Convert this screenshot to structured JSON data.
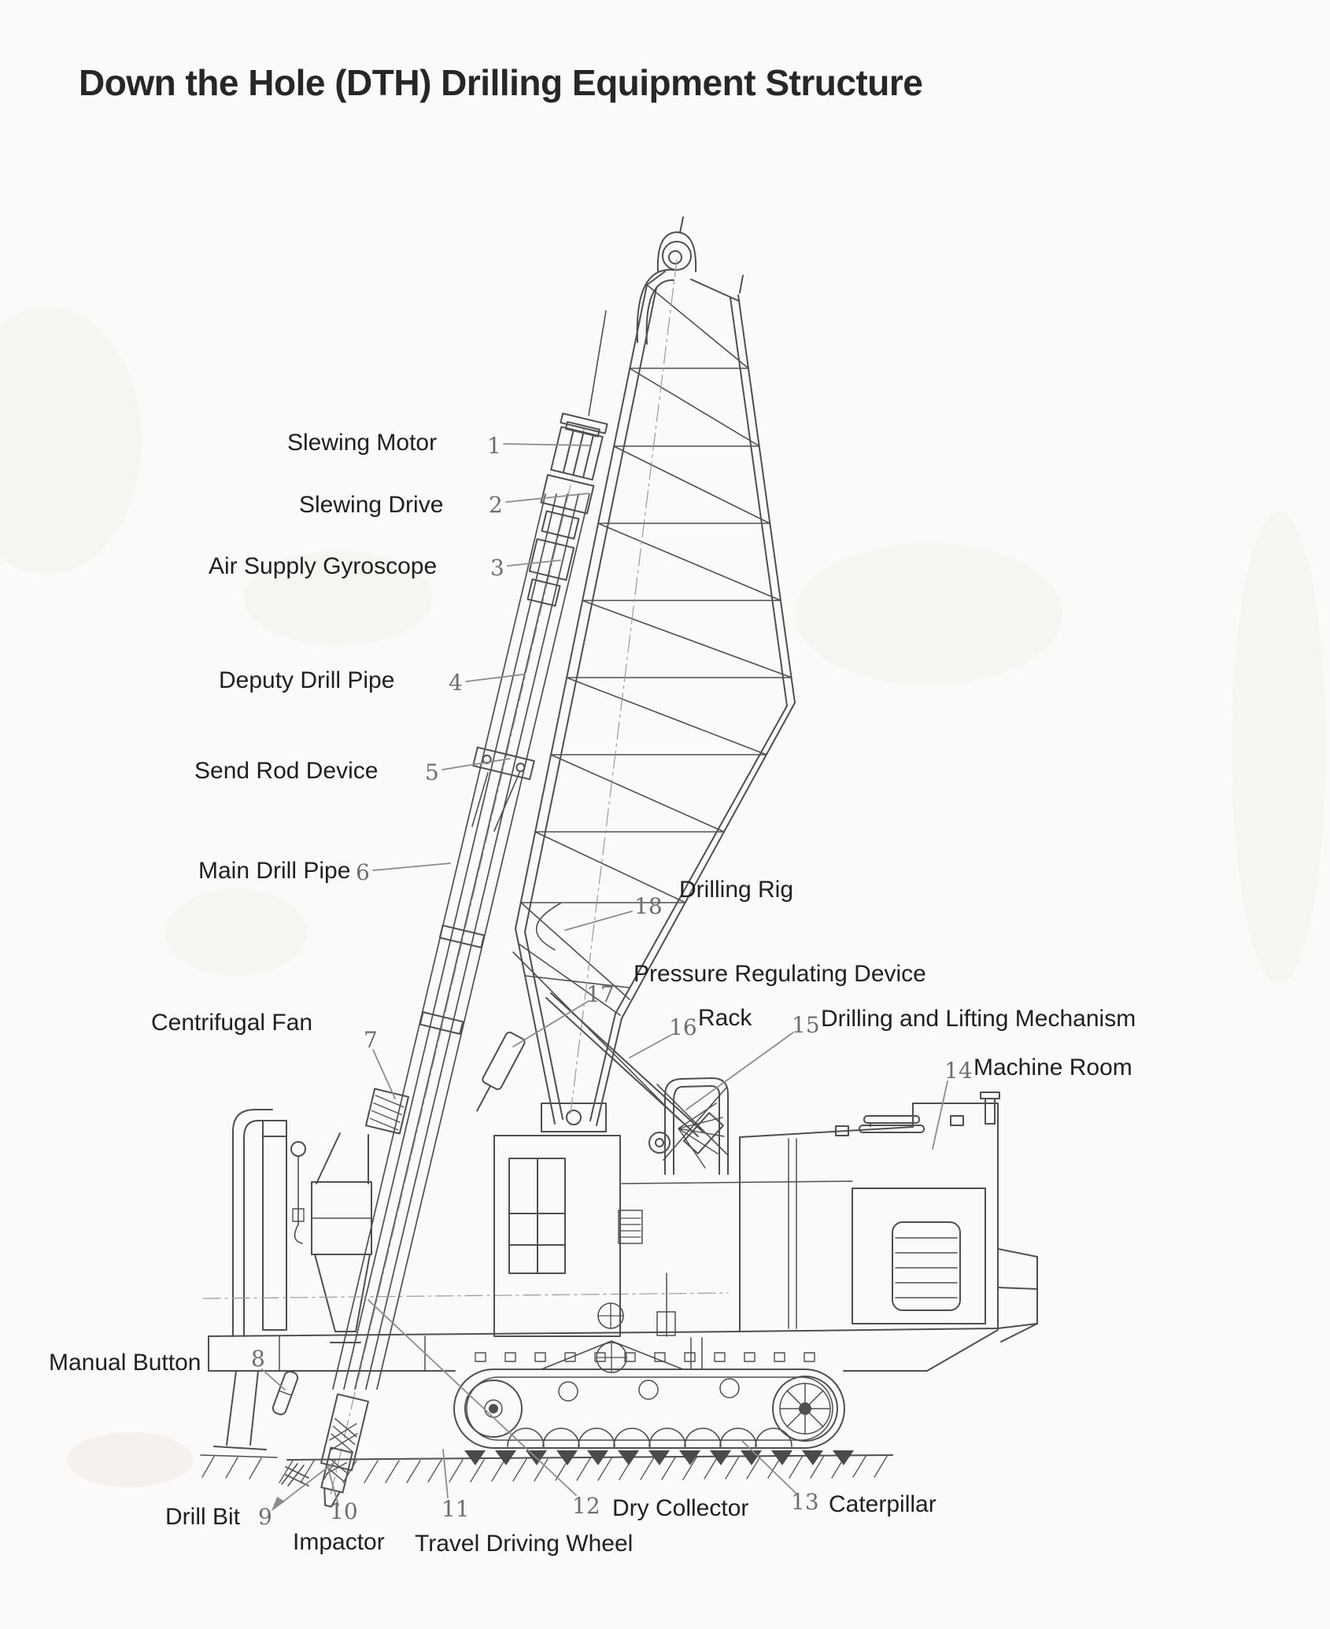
{
  "title": "Down the Hole (DTH) Drilling Equipment Structure",
  "parts": [
    {
      "num": "1",
      "label": "Slewing Motor"
    },
    {
      "num": "2",
      "label": "Slewing Drive"
    },
    {
      "num": "3",
      "label": "Air Supply Gyroscope"
    },
    {
      "num": "4",
      "label": "Deputy Drill Pipe"
    },
    {
      "num": "5",
      "label": "Send Rod Device"
    },
    {
      "num": "6",
      "label": "Main Drill Pipe"
    },
    {
      "num": "7",
      "label": "Centrifugal Fan"
    },
    {
      "num": "8",
      "label": "Manual Button"
    },
    {
      "num": "9",
      "label": "Drill Bit"
    },
    {
      "num": "10",
      "label": "Impactor"
    },
    {
      "num": "11",
      "label": "Travel Driving Wheel"
    },
    {
      "num": "12",
      "label": "Dry Collector"
    },
    {
      "num": "13",
      "label": "Caterpillar"
    },
    {
      "num": "14",
      "label": "Machine Room"
    },
    {
      "num": "15",
      "label": "Drilling and Lifting Mechanism"
    },
    {
      "num": "16",
      "label": "Rack"
    },
    {
      "num": "17",
      "label": "Pressure Regulating Device"
    },
    {
      "num": "18",
      "label": "Drilling Rig"
    }
  ],
  "colors": {
    "ink": "#4f4f4f",
    "leader": "#8c8c8c",
    "label_text": "#202020",
    "number_text": "#6e6e6e",
    "background": "#fbfaf8"
  }
}
